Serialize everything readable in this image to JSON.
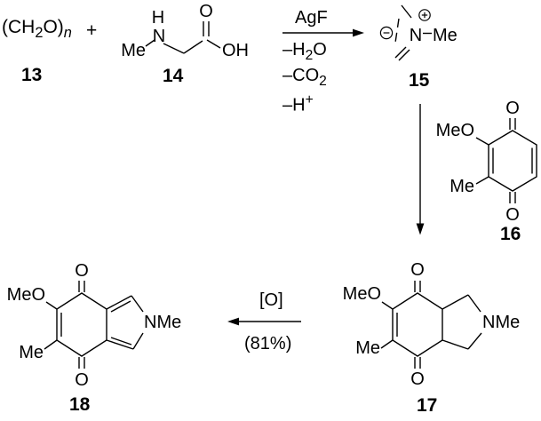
{
  "colors": {
    "background": "#ffffff",
    "ink": "#000000"
  },
  "operators": {
    "plus": "+"
  },
  "compounds": {
    "c13": {
      "number": "13",
      "formula": {
        "open": "(CH",
        "sub": "2",
        "close": "O)",
        "n_sub": "n"
      }
    },
    "c14": {
      "number": "14",
      "atoms": {
        "me": "Me",
        "n": "N",
        "h": "H",
        "o": "O",
        "oh": "OH"
      }
    },
    "c15": {
      "number": "15",
      "atoms": {
        "n": "N",
        "me": "Me"
      },
      "charges": {
        "minus": "minus-in-circle",
        "plus": "plus-in-circle"
      }
    },
    "c16": {
      "number": "16",
      "atoms": {
        "meo": "MeO",
        "me": "Me",
        "o_top": "O",
        "o_bottom": "O"
      }
    },
    "c17": {
      "number": "17",
      "atoms": {
        "meo": "MeO",
        "me": "Me",
        "o_top": "O",
        "o_bottom": "O",
        "nme": "NMe"
      }
    },
    "c18": {
      "number": "18",
      "atoms": {
        "meo": "MeO",
        "me": "Me",
        "o_top": "O",
        "o_bottom": "O",
        "nme": "NMe"
      }
    }
  },
  "arrows": {
    "condensation": {
      "direction": "right",
      "reagent_above": "AgF",
      "losses": [
        {
          "pre": "–H",
          "sub": "2",
          "post": "O"
        },
        {
          "pre": "–CO",
          "sub": "2",
          "post": ""
        },
        {
          "pre": "–H",
          "sup": "+",
          "post": ""
        }
      ]
    },
    "cycloaddition": {
      "direction": "down"
    },
    "oxidation": {
      "direction": "left",
      "reagent_above": "[O]",
      "yield_below": "(81%)"
    }
  }
}
